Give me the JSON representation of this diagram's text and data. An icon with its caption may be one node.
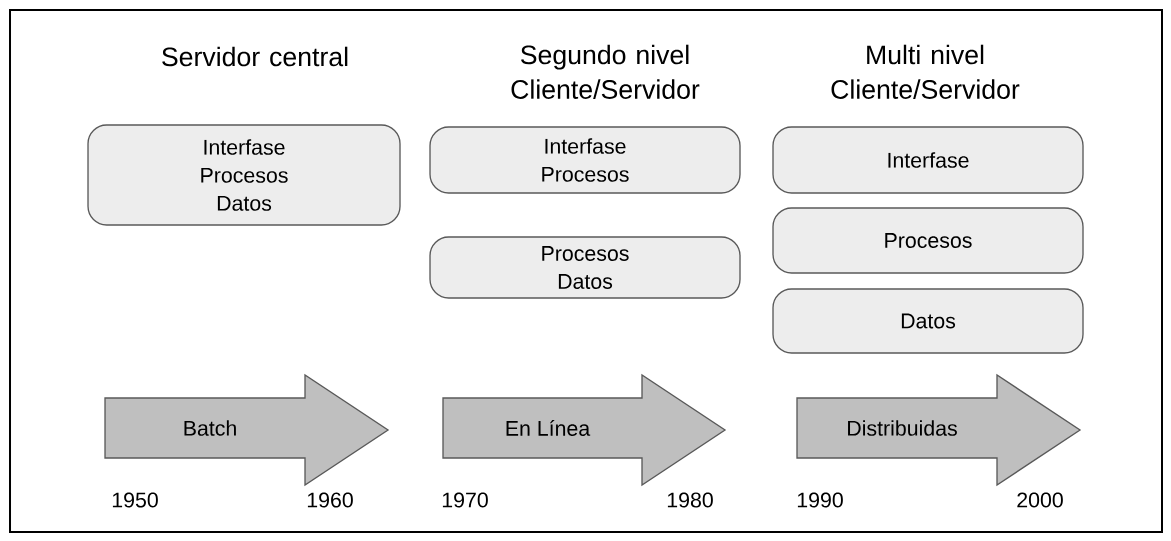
{
  "diagram": {
    "nodes": [
      {
        "text": [
          "Interfase",
          "Procesos",
          "Datos"
        ]
      },
      {
        "text": [
          "Interfase",
          "Procesos"
        ]
      },
      {
        "text": [
          "Procesos",
          "Datos"
        ]
      },
      {
        "text": [
          "Interfase"
        ]
      },
      {
        "text": [
          "Procesos"
        ]
      },
      {
        "text": [
          "Datos"
        ]
      },
      {
        "text": [
          "Batch"
        ]
      },
      {
        "text": [
          "En Línea"
        ]
      },
      {
        "text": [
          "Distribuidas"
        ]
      }
    ],
    "labels": [
      "Servidor central",
      "Segundo nivel Cliente/Servidor",
      "Multi nivel Cliente/Servidor",
      "1950",
      "1960",
      "1970",
      "1980",
      "1990",
      "2000"
    ]
  }
}
